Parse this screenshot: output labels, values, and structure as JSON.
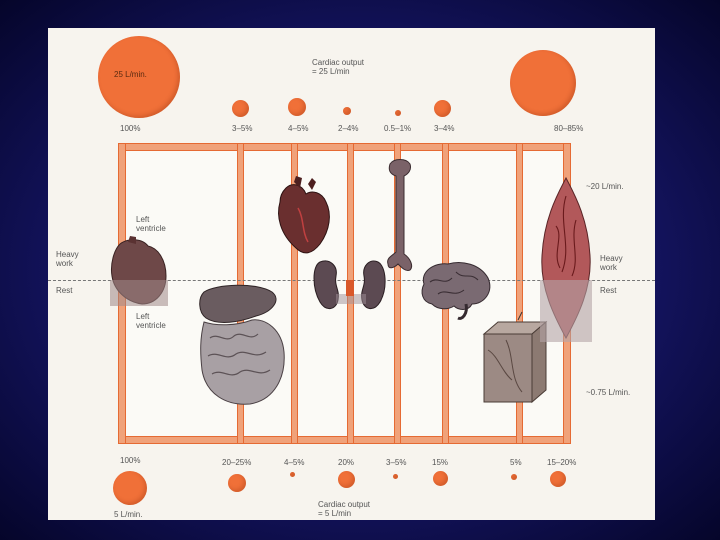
{
  "top": {
    "max_circle_label": "25 L/min.",
    "cardiac_output": "Cardiac output\n= 25 L/min",
    "percent_labels": [
      "100%",
      "3–5%",
      "4–5%",
      "2–4%",
      "0.5–1%",
      "3–4%",
      "80–85%"
    ]
  },
  "bottom": {
    "min_circle_label": "5 L/min.",
    "cardiac_output": "Cardiac output\n= 5 L/min",
    "percent_labels": [
      "100%",
      "20–25%",
      "4–5%",
      "20%",
      "3–5%",
      "15%",
      "5%",
      "15–20%"
    ]
  },
  "labels": {
    "heavy_work_left": "Heavy\nwork",
    "rest_left": "Rest",
    "heavy_work_right": "Heavy\nwork",
    "rest_right": "Rest",
    "left_ventricle_top": "Left\nventricle",
    "left_ventricle_bottom": "Left\nventricle",
    "flow_heavy": "~20 L/min.",
    "flow_rest": "~0.75 L/min."
  },
  "colors": {
    "circle": "#f07038",
    "pipe_fill": "#f0a27a",
    "pipe_border": "#e56a33",
    "slide_background": "#f7f4ee",
    "outer_background": "#1a1a6e"
  },
  "icons": [
    "heart-icon",
    "coronary-heart-icon",
    "kidneys-icon",
    "bone-icon",
    "brain-icon",
    "skin-block-icon",
    "muscle-icon",
    "liver-intestines-icon"
  ]
}
